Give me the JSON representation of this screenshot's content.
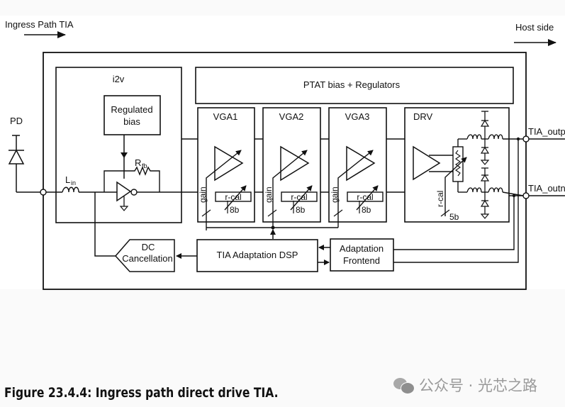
{
  "figure": {
    "caption": "Figure 23.4.4: Ingress path direct drive TIA.",
    "watermark": "公众号 · 光芯之路",
    "watermark_icon": "wechat-icon"
  },
  "direction_labels": {
    "left": "Ingress Path TIA",
    "right": "Host side"
  },
  "blocks": {
    "photodiode": "PD",
    "i2v": "i2v",
    "regulated_bias_line1": "Regulated",
    "regulated_bias_line2": "bias",
    "inductor_in_main": "L",
    "inductor_in_sub": "in",
    "feedback_resistor_main": "R",
    "feedback_resistor_sub": "fb",
    "ptat": "PTAT bias + Regulators",
    "vga1": "VGA1",
    "vga2": "VGA2",
    "vga3": "VGA3",
    "drv": "DRV",
    "dc_cancel_line1": "DC",
    "dc_cancel_line2": "Cancellation",
    "dsp": "TIA Adaptation DSP",
    "adapt_fe_line1": "Adaptation",
    "adapt_fe_line2": "Frontend"
  },
  "control_labels": {
    "gain": "gain",
    "rcal": "r-cal",
    "vga_bits": "8b",
    "drv_rcal": "r-cal",
    "drv_bits": "5b"
  },
  "outputs": {
    "outp": "TIA_outp",
    "outn": "TIA_outn"
  }
}
